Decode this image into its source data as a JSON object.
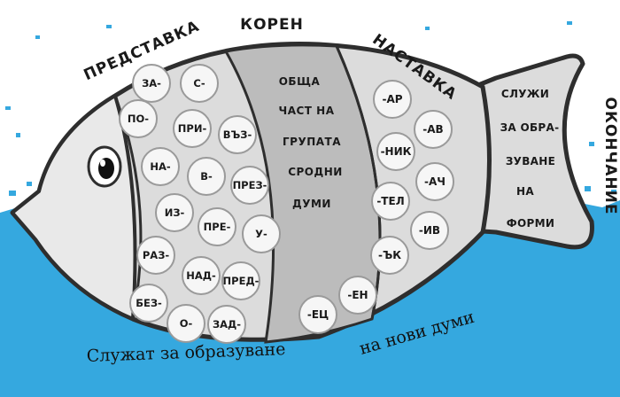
{
  "labels": {
    "prefix": "ПРЕДСТАВКА",
    "root": "КОРЕН",
    "suffix": "НАСТАВКА",
    "ending": "ОКОНЧАНИЕ"
  },
  "prefixes": [
    "ЗА-",
    "С-",
    "ПО-",
    "ПРИ-",
    "ВЪЗ-",
    "НА-",
    "В-",
    "ПРЕЗ-",
    "ИЗ-",
    "ПРЕ-",
    "У-",
    "РАЗ-",
    "НАД-",
    "ПРЕД-",
    "БЕЗ-",
    "О-",
    "ЗАД-"
  ],
  "root_text": [
    "ОБЩА",
    "ЧАСТ НА",
    "ГРУПАТА",
    "СРОДНИ",
    "ДУМИ"
  ],
  "suffixes": [
    "-АР",
    "-АВ",
    "-НИК",
    "-АЧ",
    "-ТЕЛ",
    "-ИВ",
    "-ЪК",
    "-ЕН",
    "-ЕЦ"
  ],
  "ending_text": [
    "СЛУЖИ",
    "ЗА ОБРА-",
    "ЗУВАНЕ",
    "НА",
    "ФОРМИ"
  ],
  "bottom": {
    "left": "Служат за образуване",
    "right": "на нови думи"
  },
  "colors": {
    "water": "#35a8df",
    "fish_fill": "#dcdcdc",
    "head_fill": "#e9e9e9",
    "core_fill": "#b9b9b9",
    "outline": "#2e2e2e",
    "bubble": "#f6f6f6"
  }
}
